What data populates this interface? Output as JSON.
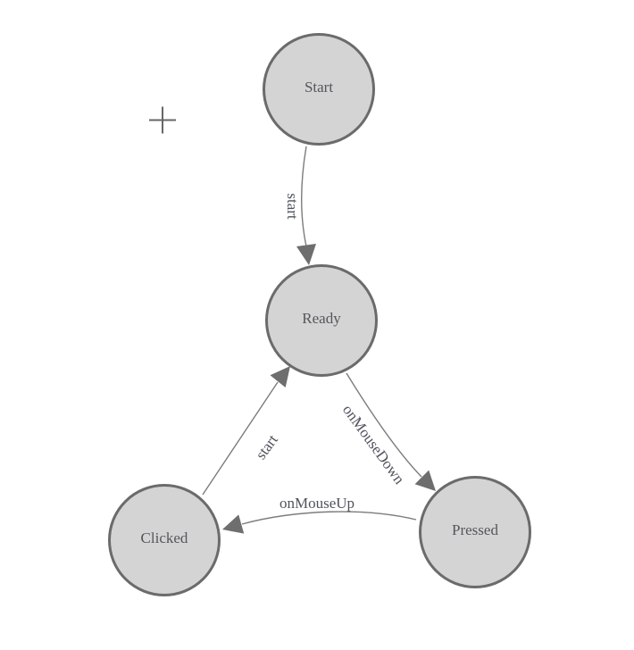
{
  "canvas": {
    "background": "#ffffff",
    "crosshair_icon": "plus-crosshair"
  },
  "diagram": {
    "type": "state-machine",
    "colors": {
      "node_fill": "#d4d4d4",
      "node_stroke": "#6b6b6b",
      "edge_stroke": "#7c7c7c",
      "arrow_fill": "#6e6e6e",
      "label_text": "#4f535c",
      "crosshair": "#666666"
    },
    "nodes": [
      {
        "id": "start",
        "label": "Start"
      },
      {
        "id": "ready",
        "label": "Ready"
      },
      {
        "id": "clicked",
        "label": "Clicked"
      },
      {
        "id": "pressed",
        "label": "Pressed"
      }
    ],
    "edges": [
      {
        "from": "start",
        "to": "ready",
        "label": "start"
      },
      {
        "from": "ready",
        "to": "pressed",
        "label": "onMouseDown"
      },
      {
        "from": "pressed",
        "to": "clicked",
        "label": "onMouseUp"
      },
      {
        "from": "clicked",
        "to": "ready",
        "label": "start"
      }
    ]
  }
}
